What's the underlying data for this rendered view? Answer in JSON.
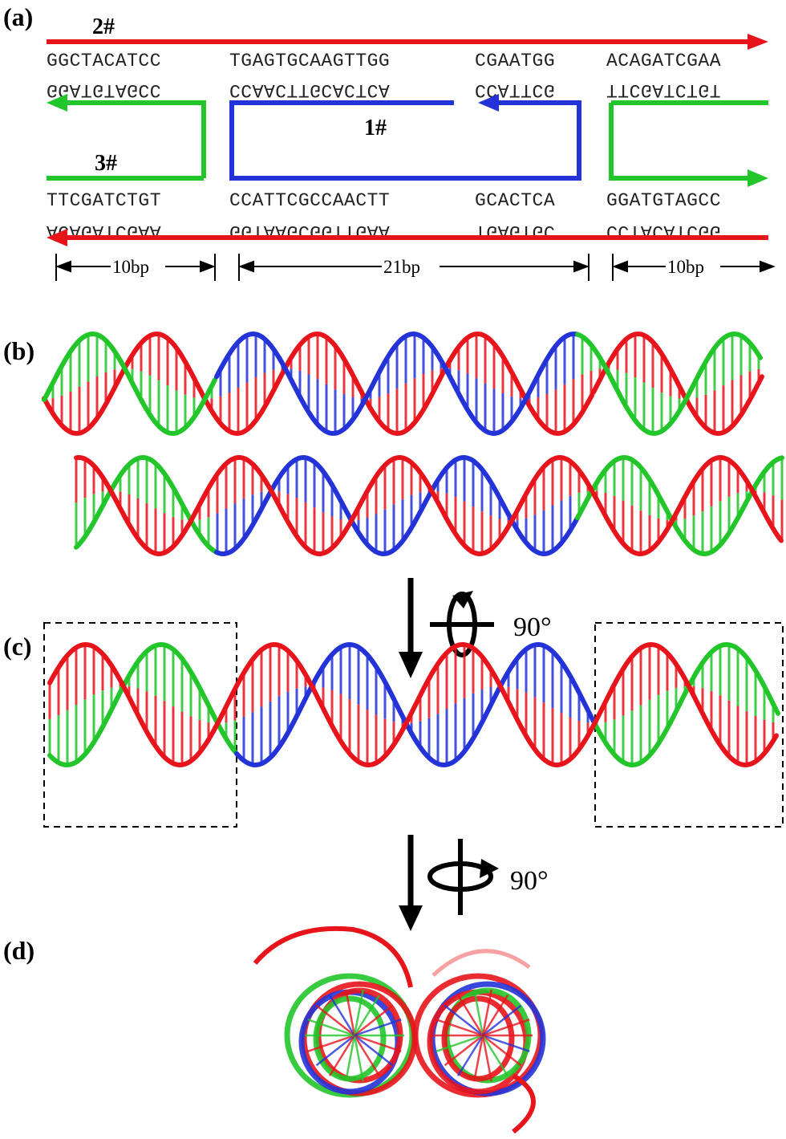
{
  "panels": {
    "a": "(a)",
    "b": "(b)",
    "c": "(c)",
    "d": "(d)"
  },
  "strand_labels": {
    "s2": "2#",
    "s1": "1#",
    "s3": "3#"
  },
  "sequences": {
    "top_row1": [
      "GGCTACATCC",
      "TGAGTGCAAGTTGG",
      "CGAATGG",
      "ACAGATCGAA"
    ],
    "top_row2": [
      "GGATGTAGCC",
      "CCAACTTGCACTCA",
      "CCATTCG",
      "TTCGATCTGT"
    ],
    "bottom_row1": [
      "TTCGATCTGT",
      "CCATTCGCCAACTT",
      "GCACTCA",
      "GGATGTAGCC"
    ],
    "bottom_row2": [
      "ACAGATCGAA",
      "GGTAAGCGGTTGAA",
      "TGAGTGC",
      "CCTACATCGG"
    ]
  },
  "lengths": [
    "10bp",
    "21bp",
    "10bp"
  ],
  "rotations": [
    "90°",
    "90°"
  ],
  "colors": {
    "red": "#e8141c",
    "green": "#22c52a",
    "blue": "#2433d8",
    "black": "#000000"
  }
}
